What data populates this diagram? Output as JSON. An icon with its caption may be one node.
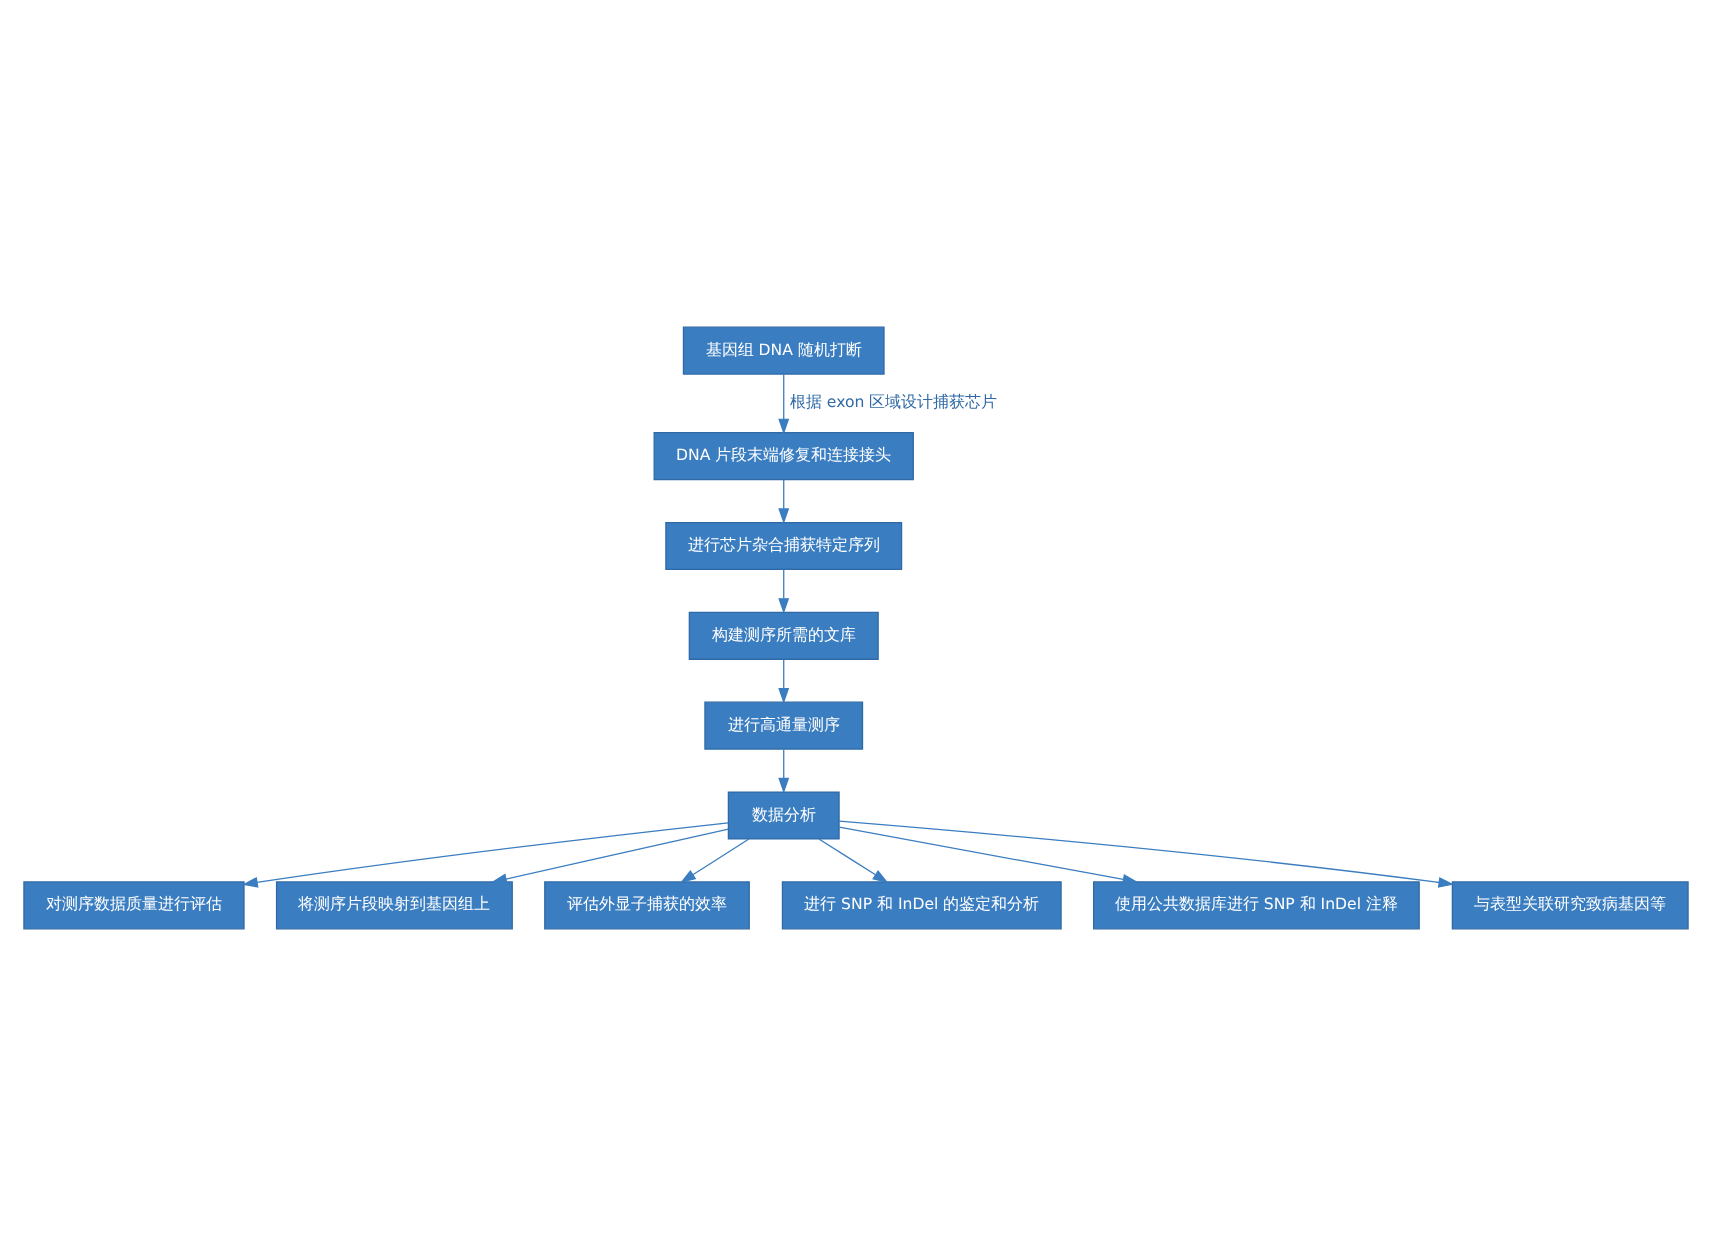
{
  "diagram": {
    "nodes": [
      {
        "text": [
          "基因组 DNA 随机打断"
        ]
      },
      {
        "text": [
          "DNA 片段末端修复和连接接头"
        ]
      },
      {
        "text": [
          "进行芯片杂合捕获特定序列"
        ]
      },
      {
        "text": [
          "构建测序所需的文库"
        ]
      },
      {
        "text": [
          "进行高通量测序"
        ]
      },
      {
        "text": [
          "数据分析"
        ]
      },
      {
        "text": [
          "对测序数据质量进行评估"
        ]
      },
      {
        "text": [
          "将测序片段映射到基因组上"
        ]
      },
      {
        "text": [
          "评估外显子捕获的效率"
        ]
      },
      {
        "text": [
          "进行 SNP 和 InDel 的鉴定和分析"
        ]
      },
      {
        "text": [
          "使用公共数据库进行 SNP 和 InDel 注释"
        ]
      },
      {
        "text": [
          "与表型关联研究致病基因等"
        ]
      }
    ],
    "edges": [
      {
        "from": 0,
        "to": 1,
        "arrow": "to",
        "label": "根据 exon 区域设计捕获芯片"
      },
      {
        "from": 1,
        "to": 2,
        "arrow": "to"
      },
      {
        "from": 2,
        "to": 3,
        "arrow": "to"
      },
      {
        "from": 3,
        "to": 4,
        "arrow": "to"
      },
      {
        "from": 4,
        "to": 5,
        "arrow": "to"
      },
      {
        "from": 5,
        "to": 6,
        "arrow": "to"
      },
      {
        "from": 5,
        "to": 7,
        "arrow": "to"
      },
      {
        "from": 5,
        "to": 8,
        "arrow": "to"
      },
      {
        "from": 5,
        "to": 9,
        "arrow": "to"
      },
      {
        "from": 5,
        "to": 10,
        "arrow": "to"
      },
      {
        "from": 5,
        "to": 11,
        "arrow": "to"
      }
    ]
  }
}
